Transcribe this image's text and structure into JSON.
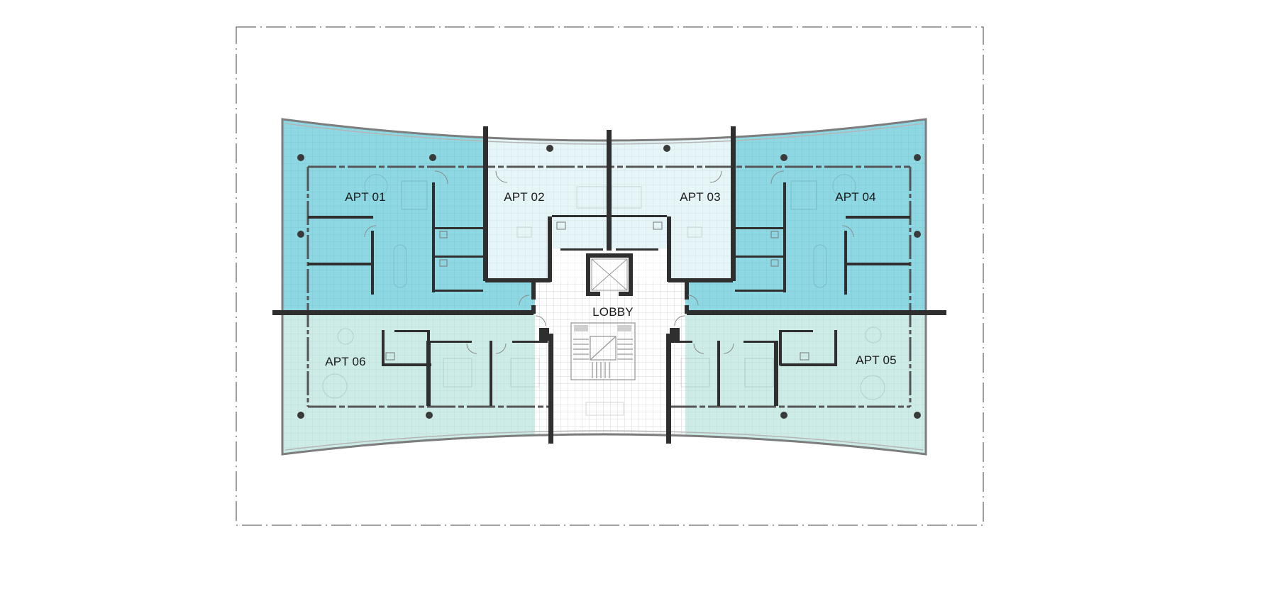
{
  "drawing": {
    "type": "architectural-floor-plan",
    "colors": {
      "background": "#ffffff",
      "boundary_line": "#6b6b6b",
      "wall": "#2f2f2f",
      "glass_edge": "#8a8a8a",
      "column": "#3a3a3a",
      "apt_deep_blue": "#8dd8e3",
      "apt_pale_blue": "#e6f5f8",
      "apt_mint": "#cdece8",
      "lobby": "#ffffff",
      "grid_line": "#d8e3e6",
      "label_text": "#1a1a1a"
    }
  },
  "units": [
    {
      "id": "apt-01",
      "label": "APT 01",
      "tone": "deep-blue"
    },
    {
      "id": "apt-02",
      "label": "APT 02",
      "tone": "pale-blue"
    },
    {
      "id": "apt-03",
      "label": "APT 03",
      "tone": "pale-blue"
    },
    {
      "id": "apt-04",
      "label": "APT 04",
      "tone": "deep-blue"
    },
    {
      "id": "apt-05",
      "label": "APT 05",
      "tone": "mint"
    },
    {
      "id": "apt-06",
      "label": "APT 06",
      "tone": "mint"
    }
  ],
  "common": {
    "lobby_label": "LOBBY"
  }
}
